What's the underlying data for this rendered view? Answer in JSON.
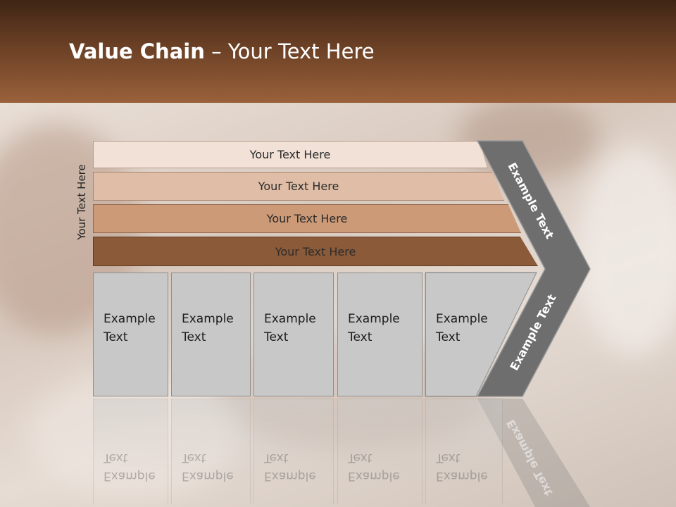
{
  "slide": {
    "title_bold": "Value Chain",
    "title_rest": " – Your Text Here",
    "side_label": "Your Text Here",
    "bands": [
      {
        "label": "Your Text Here",
        "color": "#f1e1d6"
      },
      {
        "label": "Your Text Here",
        "color": "#dfbda6"
      },
      {
        "label": "Your Text Here",
        "color": "#cc9a77"
      },
      {
        "label": "Your Text Here",
        "color": "#8b5a38"
      }
    ],
    "boxes": [
      {
        "line1": "Example",
        "line2": "Text"
      },
      {
        "line1": "Example",
        "line2": "Text"
      },
      {
        "line1": "Example",
        "line2": "Text"
      },
      {
        "line1": "Example",
        "line2": "Text"
      },
      {
        "line1": "Example",
        "line2": "Text"
      }
    ],
    "chevron_top_label": "Example Text",
    "chevron_bottom_label": "Example Text",
    "colors": {
      "header_dark": "#3f2515",
      "header_light": "#9a613b",
      "chevron": "#6e6e6e",
      "box_fill": "#c8c8c8"
    }
  }
}
